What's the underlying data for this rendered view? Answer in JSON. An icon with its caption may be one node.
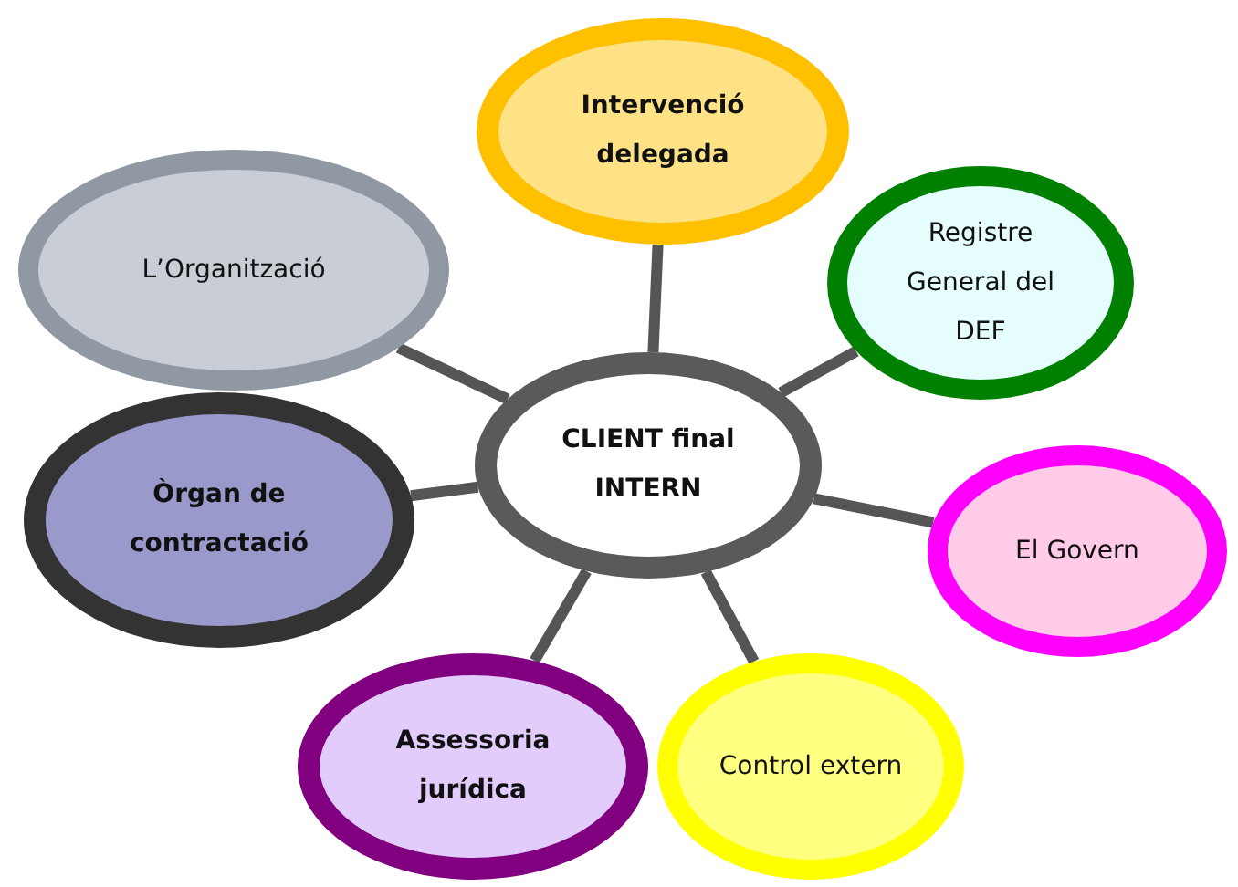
{
  "diagram": {
    "nodes": [
      {
        "text": [
          "CLIENT final INTERN"
        ]
      },
      {
        "text": [
          "Intervenció delegada"
        ]
      },
      {
        "text": [
          "Registre General del DEF"
        ]
      },
      {
        "text": [
          "El Govern"
        ]
      },
      {
        "text": [
          "Control extern"
        ]
      },
      {
        "text": [
          "Assessoria jurídica"
        ]
      },
      {
        "text": [
          "Òrgan de contractació"
        ]
      },
      {
        "text": [
          "L’Organització"
        ]
      }
    ],
    "edges": [
      {
        "from": 0,
        "to": 1,
        "arrow": "none"
      },
      {
        "from": 0,
        "to": 2,
        "arrow": "none"
      },
      {
        "from": 0,
        "to": 3,
        "arrow": "none"
      },
      {
        "from": 0,
        "to": 4,
        "arrow": "none"
      },
      {
        "from": 0,
        "to": 5,
        "arrow": "none"
      },
      {
        "from": 0,
        "to": 6,
        "arrow": "none"
      },
      {
        "from": 0,
        "to": 7,
        "arrow": "none"
      }
    ]
  }
}
